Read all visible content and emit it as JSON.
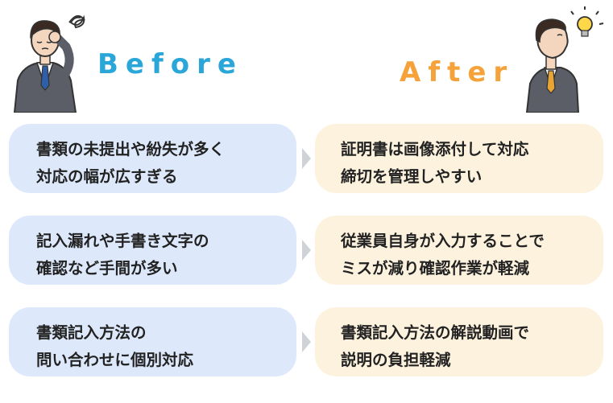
{
  "before": {
    "heading": "Before",
    "items": [
      {
        "text": "書類の未提出や紛失が多く\n対応の幅が広すぎる"
      },
      {
        "text": "記入漏れや手書き文字の\n確認など手間が多い"
      },
      {
        "text": "書類記入方法の\n問い合わせに個別対応"
      }
    ]
  },
  "after": {
    "heading": "After",
    "items": [
      {
        "text": "証明書は画像添付して対応\n締切を管理しやすい"
      },
      {
        "text": "従業員自身が入力することで\nミスが減り確認作業が軽減"
      },
      {
        "text": "書類記入方法の解説動画で\n説明の負担軽減"
      }
    ]
  },
  "colors": {
    "before_accent": "#2aa7d8",
    "after_accent": "#f5a23a",
    "before_box": "#dde9fb",
    "after_box": "#fdf2de",
    "arrow": "#cfd3d8"
  }
}
